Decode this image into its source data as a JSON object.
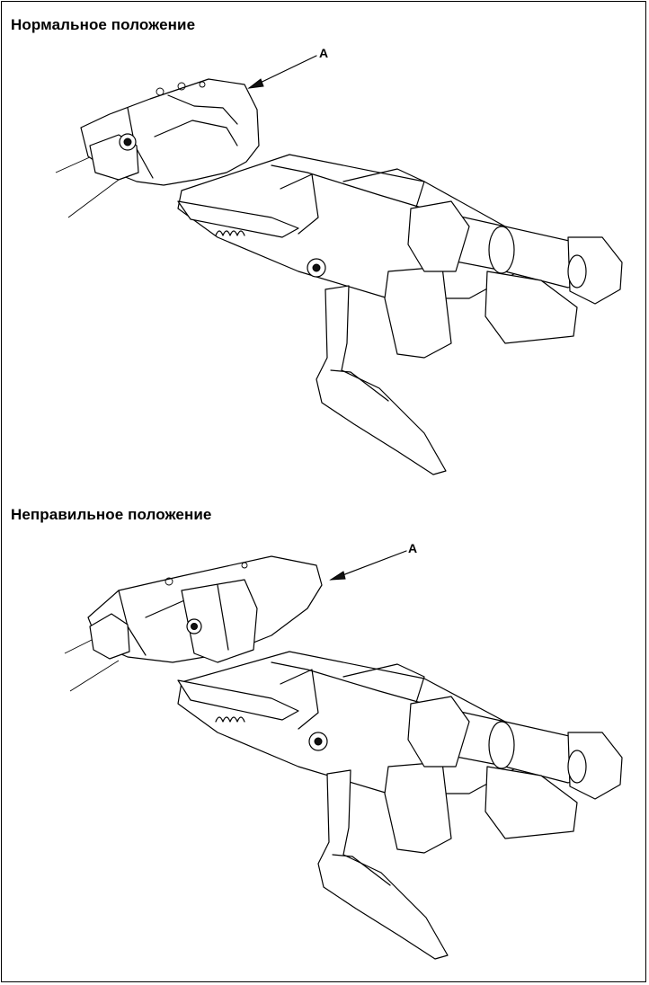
{
  "panels": [
    {
      "heading": "Нормальное положение",
      "callout": "A"
    },
    {
      "heading": "Неправильное положение",
      "callout": "A"
    }
  ],
  "colors": {
    "ink": "#000000",
    "paper": "#ffffff"
  }
}
